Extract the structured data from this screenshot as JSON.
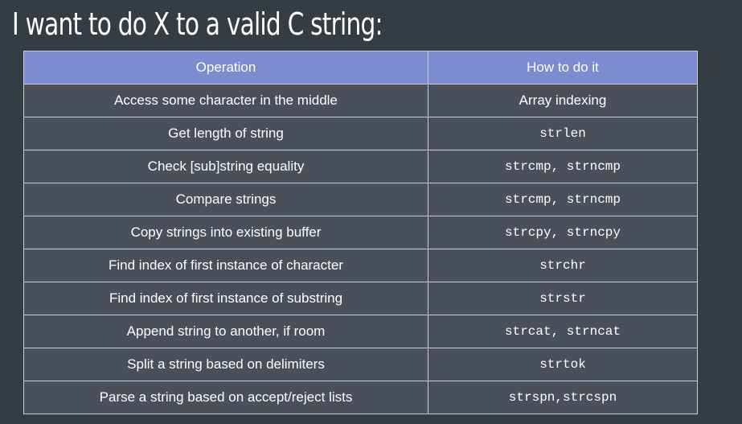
{
  "title": "I want to do X to a valid C string:",
  "table": {
    "headers": [
      "Operation",
      "How to do it"
    ],
    "rows": [
      {
        "operation": "Access some character in the middle",
        "how": "Array indexing",
        "mono": false
      },
      {
        "operation": "Get length of string",
        "how": "strlen",
        "mono": true
      },
      {
        "operation": "Check [sub]string equality",
        "how": "strcmp, strncmp",
        "mono": true
      },
      {
        "operation": "Compare strings",
        "how": "strcmp, strncmp",
        "mono": true
      },
      {
        "operation": "Copy strings into existing buffer",
        "how": "strcpy, strncpy",
        "mono": true
      },
      {
        "operation": "Find index of first instance of character",
        "how": "strchr",
        "mono": true
      },
      {
        "operation": "Find index of first instance of substring",
        "how": "strstr",
        "mono": true
      },
      {
        "operation": "Append string to another, if room",
        "how": "strcat, strncat",
        "mono": true
      },
      {
        "operation": "Split a string based on delimiters",
        "how": "strtok",
        "mono": true
      },
      {
        "operation": "Parse a string based on accept/reject lists",
        "how": "strspn,strcspn",
        "mono": true
      }
    ]
  },
  "colors": {
    "background": "#343c44",
    "header_fill": "#7b8cd0",
    "row_fill": "#4a4f5c",
    "border": "#c8ccd4",
    "text": "#ffffff"
  }
}
